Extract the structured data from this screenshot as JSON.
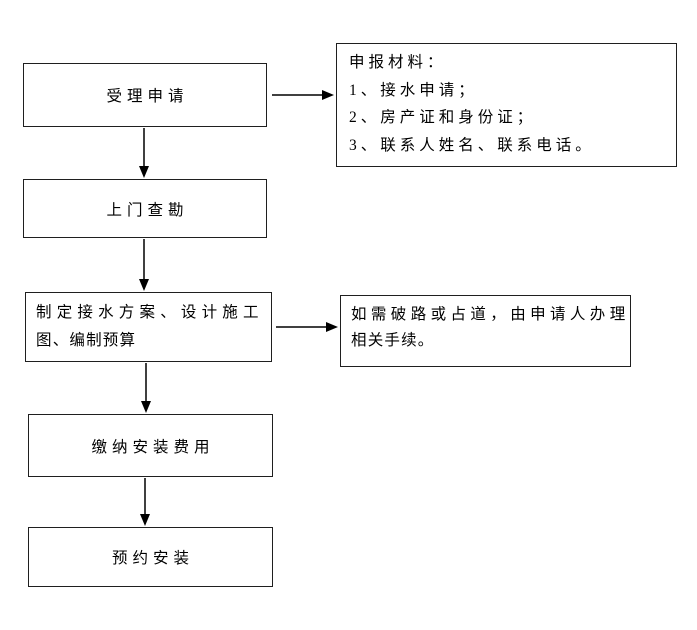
{
  "flowchart": {
    "background": "#ffffff",
    "box_border_color": "#1f1f1f",
    "text_color": "#000000",
    "arrow_color": "#000000",
    "steps": [
      {
        "id": "accept-application",
        "text": "受理申请",
        "lines": [
          "受理申请"
        ]
      },
      {
        "id": "site-survey",
        "text": "上门查勘",
        "lines": [
          "上门查勘"
        ]
      },
      {
        "id": "make-plan",
        "text": "制定接水方案、设计施工图、编制预算",
        "lines": [
          "制定接水方案、设计施工",
          "图、编制预算"
        ]
      },
      {
        "id": "pay-installation-fee",
        "text": "缴纳安装费用",
        "lines": [
          "缴纳安装费用"
        ]
      },
      {
        "id": "schedule-installation",
        "text": "预约安装",
        "lines": [
          "预约安装"
        ]
      }
    ],
    "notes": [
      {
        "id": "application-materials",
        "text": "申报材料：1、接水申请；2、房产证和身份证；3、联系人姓名、联系电话。",
        "lines": [
          "申报材料：",
          "1、接水申请；",
          "2、房产证和身份证；",
          "3、联系人姓名、联系电话。"
        ]
      },
      {
        "id": "road-permission",
        "text": "如需破路或占道，由申请人办理相关手续。",
        "lines": [
          "如需破路或占道，由申请人办理",
          "相关手续。"
        ]
      }
    ],
    "edges": [
      {
        "from": "accept-application",
        "to": "site-survey",
        "direction": "down"
      },
      {
        "from": "site-survey",
        "to": "make-plan",
        "direction": "down"
      },
      {
        "from": "make-plan",
        "to": "pay-installation-fee",
        "direction": "down"
      },
      {
        "from": "pay-installation-fee",
        "to": "schedule-installation",
        "direction": "down"
      },
      {
        "from": "accept-application",
        "to": "application-materials",
        "direction": "right"
      },
      {
        "from": "make-plan",
        "to": "road-permission",
        "direction": "right"
      }
    ]
  }
}
